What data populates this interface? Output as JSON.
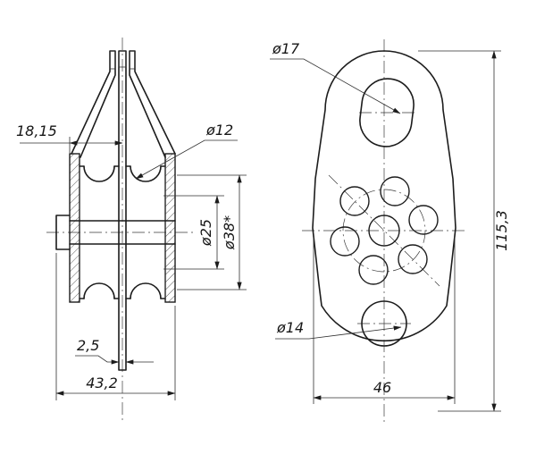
{
  "colors": {
    "background": "#ffffff",
    "line": "#1c1c1c"
  },
  "side_view": {
    "dim_half_width": "18,15",
    "dim_groove_diameter": "ø12",
    "dim_inner_diameter": "ø25",
    "dim_outer_diameter": "ø38*",
    "dim_plate_thickness": "2,5",
    "dim_overall_width": "43,2"
  },
  "front_view": {
    "dim_top_hole": "ø17",
    "dim_bottom_hole": "ø14",
    "dim_overall_height": "115,3",
    "dim_overall_width": "46"
  }
}
